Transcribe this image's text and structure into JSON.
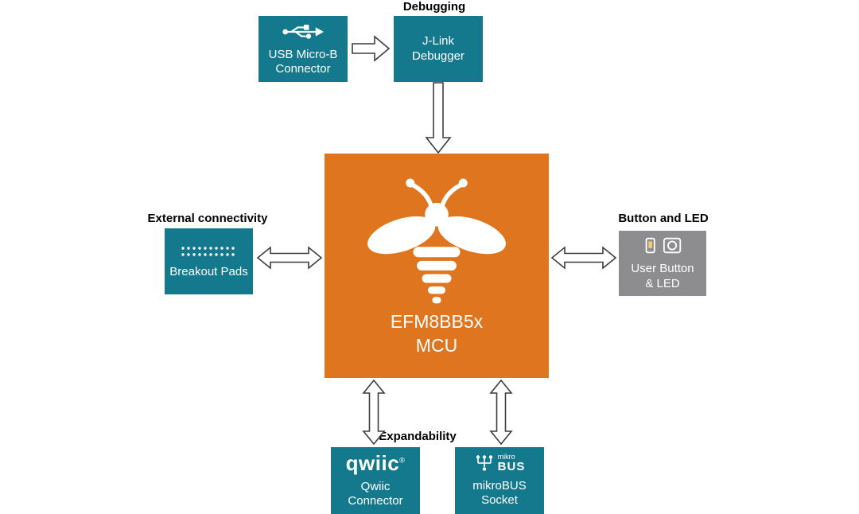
{
  "diagram": {
    "section_labels": {
      "debugging": "Debugging",
      "external_connectivity": "External connectivity",
      "button_and_led": "Button and LED",
      "expandability": "Expandability"
    },
    "nodes": {
      "usb": {
        "lines": [
          "USB Micro-B",
          "Connector"
        ]
      },
      "jlink": {
        "lines": [
          "J-Link",
          "Debugger"
        ]
      },
      "mcu": {
        "lines": [
          "EFM8BB5x",
          "MCU"
        ]
      },
      "breakout": {
        "lines": [
          "Breakout Pads"
        ]
      },
      "button_led": {
        "lines": [
          "User Button",
          "& LED"
        ]
      },
      "qwiic": {
        "logo_text": "qwiic",
        "logo_reg": "®",
        "lines": [
          "Qwiic",
          "Connector"
        ]
      },
      "mikrobus": {
        "logo_lines": [
          "mikro",
          "BUS"
        ],
        "lines": [
          "mikroBUS",
          "Socket"
        ]
      }
    },
    "colors": {
      "teal": "#15798D",
      "orange": "#E0751F",
      "gray": "#8D8D8F",
      "box_text": "#FFFFFF",
      "label_text": "#000000"
    }
  }
}
